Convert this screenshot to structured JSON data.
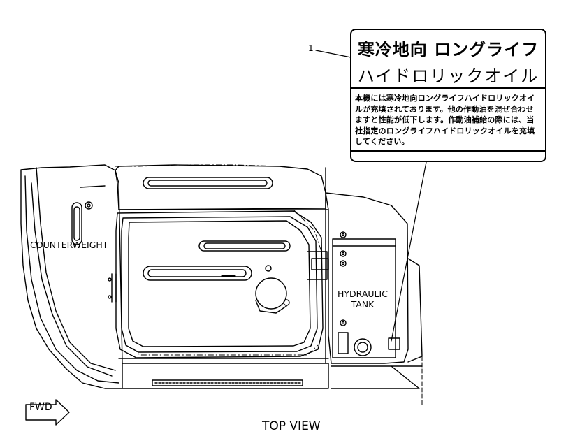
{
  "diagram": {
    "callout_number": "1",
    "decal": {
      "title_line_1": "寒冷地向 ロングライフ",
      "title_line_2": "ハイドロリックオイル",
      "body_text": "本機には寒冷地向ロングライフハイドロリックオイルが充填されております。他の作動油を混ぜ合わせますと性能が低下します。作動油補給の際には、当社指定のロングライフハイドロリックオイルを充填してください。"
    },
    "labels": {
      "counterweight": "COUNTERWEIGHT",
      "hydraulic_line_1": "HYDRAULIC",
      "hydraulic_line_2": "TANK",
      "fwd": "FWD",
      "view": "TOP VIEW"
    },
    "colors": {
      "line": "#000000",
      "background": "#ffffff"
    }
  }
}
